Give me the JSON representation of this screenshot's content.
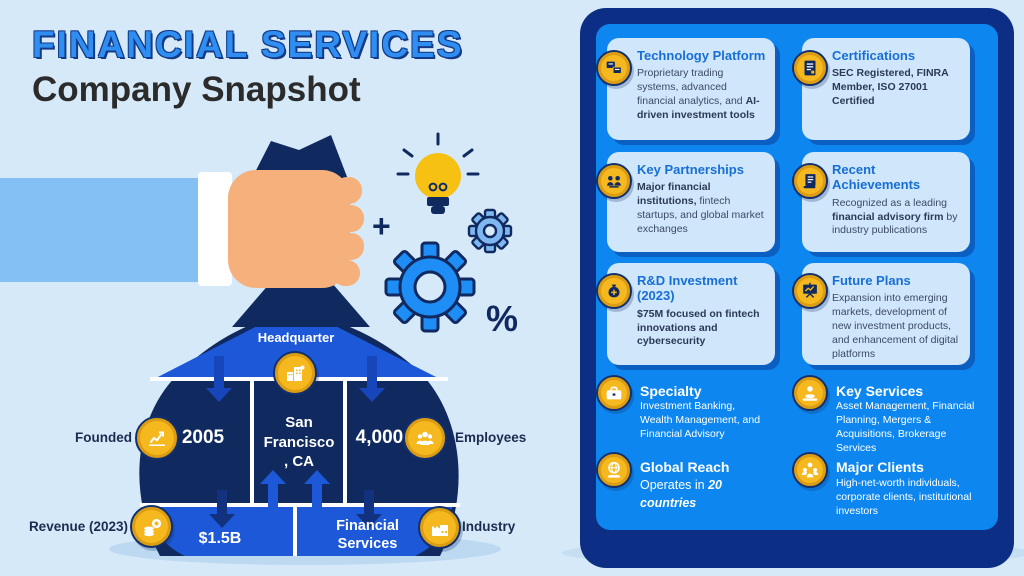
{
  "title": {
    "line1": "FINANCIAL SERVICES",
    "line2": "Company Snapshot"
  },
  "decorations": {
    "plus": "+",
    "percent": "%"
  },
  "bag": {
    "headquarter": {
      "label": "Headquarter",
      "icon": "building-icon",
      "value_lines": [
        "San",
        "Francisco",
        ", CA"
      ]
    },
    "founded": {
      "label": "Founded",
      "icon": "growth-chart-icon",
      "value": "2005"
    },
    "employees": {
      "label": "Employees",
      "icon": "people-icon",
      "value": "4,000+"
    },
    "revenue": {
      "label": "Revenue (2023)",
      "icon": "coins-icon",
      "value": "$1.5B"
    },
    "industry": {
      "label": "Industry",
      "icon": "factory-icon",
      "value_lines": [
        "Financial",
        "Services"
      ]
    }
  },
  "panel": {
    "cards": [
      {
        "title": "Technology Platform",
        "icon": "screens-icon",
        "body": [
          {
            "t": "Proprietary trading systems, advanced financial analytics, and "
          },
          {
            "t": "AI-driven investment tools",
            "b": true
          }
        ]
      },
      {
        "title": "Certifications",
        "icon": "certificate-icon",
        "body": [
          {
            "t": "SEC Registered, FINRA Member, ISO 27001 Certified",
            "b": true
          }
        ]
      },
      {
        "title": "Key Partnerships",
        "icon": "partnership-icon",
        "body": [
          {
            "t": "Major financial institutions,",
            "b": true
          },
          {
            "t": " fintech startups, and global market exchanges"
          }
        ]
      },
      {
        "title": "Recent Achievements",
        "icon": "scroll-icon",
        "body": [
          {
            "t": "Recognized as a leading "
          },
          {
            "t": "financial advisory firm",
            "b": true
          },
          {
            "t": " by industry publications"
          }
        ]
      },
      {
        "title": "R&D Investment (2023)",
        "icon": "money-bag-icon",
        "body": [
          {
            "t": "$75M focused on fintech innovations and cybersecurity",
            "b": true
          }
        ]
      },
      {
        "title": "Future Plans",
        "icon": "presentation-icon",
        "body": [
          {
            "t": "Expansion into emerging markets, development of new investment products, and enhancement of digital platforms"
          }
        ]
      }
    ],
    "items": [
      {
        "title": "Specialty",
        "icon": "briefcase-icon",
        "body": [
          {
            "t": "Investment Banking, Wealth Management, and Financial Advisory"
          }
        ]
      },
      {
        "title": "Key Services",
        "icon": "service-hand-icon",
        "body": [
          {
            "t": "Asset Management, Financial Planning, Mergers & Acquisitions, Brokerage Services"
          }
        ]
      },
      {
        "title": "Global Reach",
        "icon": "globe-hand-icon",
        "body": [
          {
            "t": "Operates in "
          },
          {
            "t": "20 countries",
            "b": true,
            "i": true
          }
        ]
      },
      {
        "title": "Major Clients",
        "icon": "clients-icon",
        "body": [
          {
            "t": "High-net-worth individuals, corporate clients, institutional investors"
          }
        ]
      }
    ]
  },
  "colors": {
    "background": "#d6e9f8",
    "accent_blue": "#2f8ef2",
    "panel_border": "#0c2f85",
    "panel_fill": "#0d87ef",
    "card_fill": "#cfe6fb",
    "card_heading": "#176fd6",
    "navy": "#102a60",
    "bag_blue": "#1d58d8",
    "coin_gold": "#f5b81f",
    "coin_ring": "#dc9d12"
  }
}
